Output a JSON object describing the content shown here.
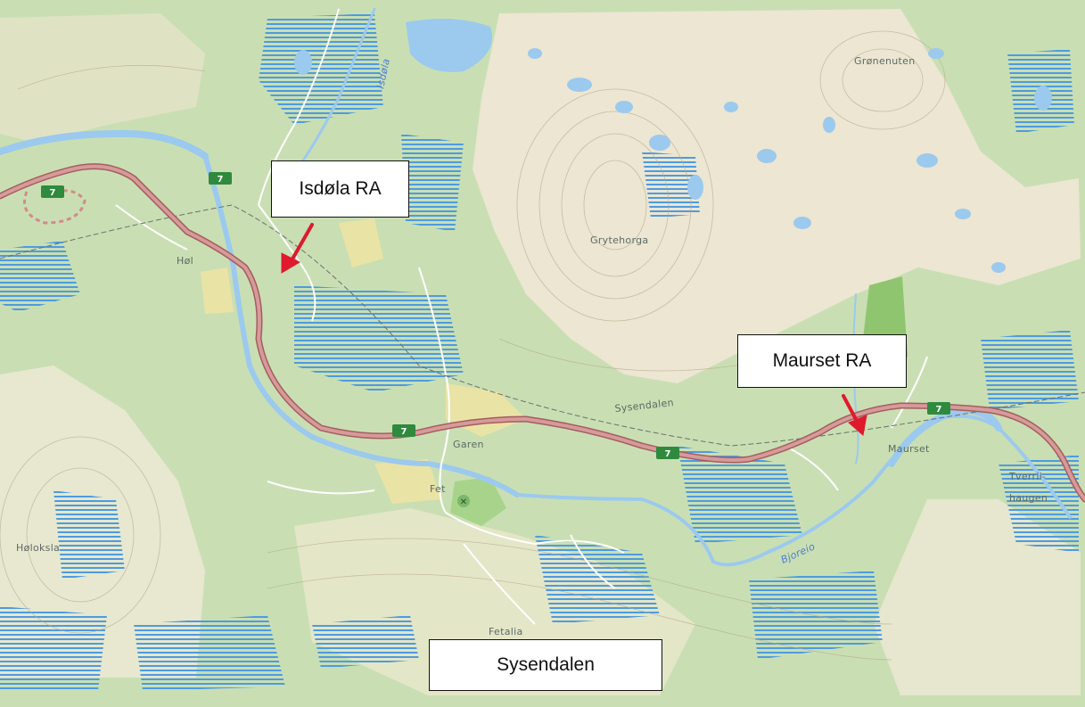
{
  "callouts": {
    "isdola": "Isdøla RA",
    "maurset": "Maurset RA",
    "sysendalen": "Sysendalen"
  },
  "places": {
    "gronenuten": "Grønenuten",
    "grytehorga": "Grytehorga",
    "hol": "Høl",
    "sysendalen": "Sysendalen",
    "garen": "Garen",
    "fet": "Fet",
    "maurset": "Maurset",
    "tverrli": "Tverrli-",
    "haugen": "haugen",
    "holoksla": "Høloksla",
    "fetalia": "Fetalia"
  },
  "water_names": {
    "bjoreio": "Bjoreio",
    "isdola": "Isdøla"
  },
  "road": {
    "number": "7"
  },
  "colors": {
    "forest": "#c9dfb3",
    "open_land": "#ece6d2",
    "water": "#9cc9ee",
    "marsh": "#4d9be0",
    "road": "#c98a8a",
    "arrow": "#e0192e",
    "shield": "#2f8a3e"
  }
}
